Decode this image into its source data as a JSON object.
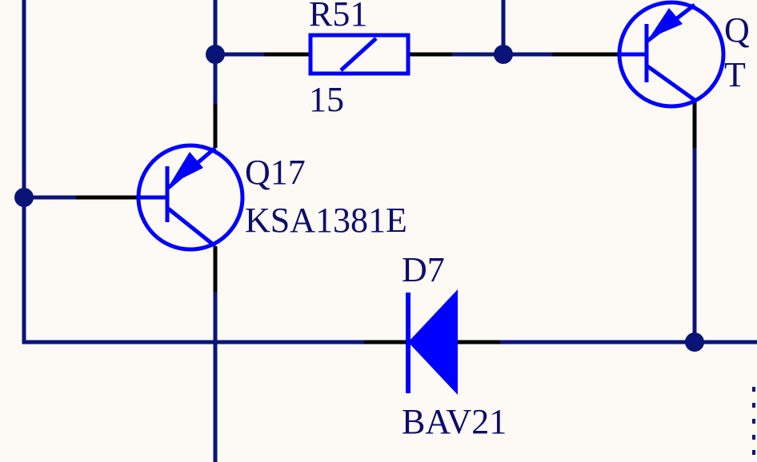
{
  "colors": {
    "background": "#fdfaf6",
    "wire_navy": "#0a1478",
    "wire_black": "#000000",
    "component_blue": "#0000ff",
    "label_text": "#0d0d6b"
  },
  "components": {
    "r51": {
      "designator": "R51",
      "value": "15"
    },
    "q17": {
      "designator": "Q17",
      "part": "KSA1381E"
    },
    "q_right": {
      "designator": "Q",
      "part": "T"
    },
    "d7": {
      "designator": "D7",
      "part": "BAV21"
    }
  }
}
